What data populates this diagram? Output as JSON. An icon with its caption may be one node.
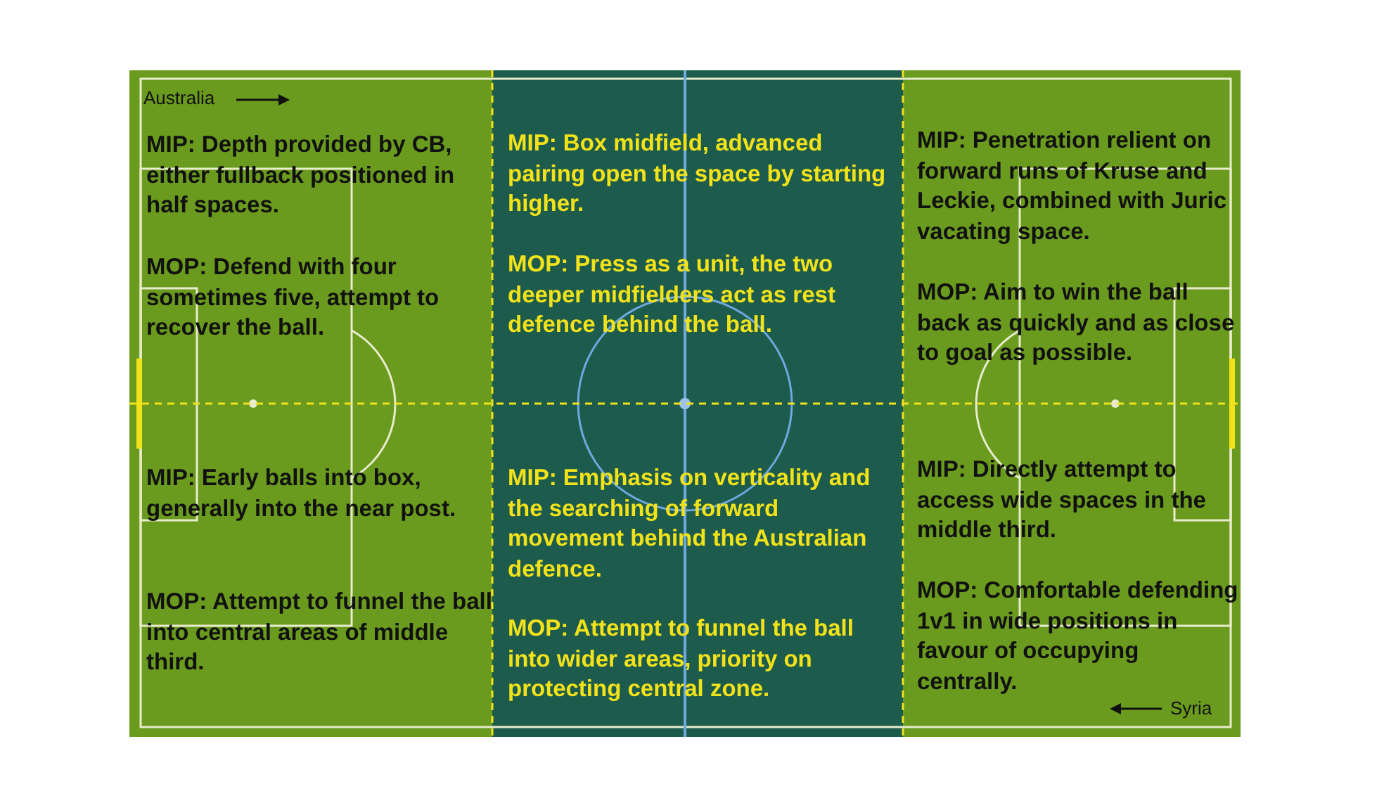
{
  "diagram": {
    "labels": [
      "Australia",
      "MIP: Depth provided by CB, either fullback positioned in half spaces.",
      "MOP: Defend with four sometimes five, attempt to recover the ball.",
      "MIP: Early balls into box, generally into the near post.",
      "MOP: Attempt to funnel the ball into central areas of middle third.",
      "MIP: Box midfield, advanced pairing open the space by starting higher.",
      "MOP: Press as a unit, the two deeper midfielders act as rest defence behind the ball.",
      "MIP: Emphasis on verticality and the searching of forward movement behind the Australian defence.",
      "MOP: Attempt to funnel the ball into wider areas, priority on protecting central zone.",
      "MIP: Penetration relient on forward runs of Kruse and Leckie, combined with Juric vacating space.",
      "MOP: Aim to win the ball back as quickly and as close to goal as possible.",
      "MIP: Directly attempt to access wide spaces in the middle third.",
      "MOP: Comfortable defending 1v1 in wide positions in favour of occupying centrally.",
      "Syria"
    ]
  }
}
